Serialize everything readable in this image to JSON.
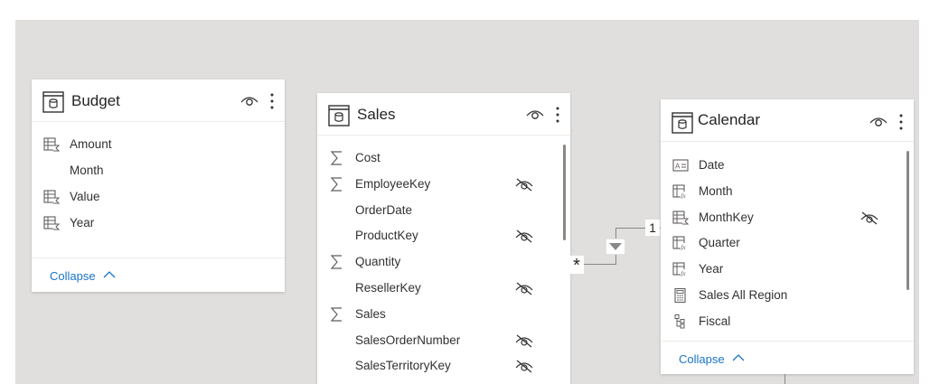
{
  "tables": {
    "budget": {
      "title": "Budget",
      "fields": [
        {
          "label": "Amount",
          "icon": "measure-table-icon",
          "hidden": false
        },
        {
          "label": "Month",
          "icon": "none",
          "hidden": false
        },
        {
          "label": "Value",
          "icon": "measure-table-icon",
          "hidden": false
        },
        {
          "label": "Year",
          "icon": "measure-table-icon",
          "hidden": false
        }
      ],
      "collapse_label": "Collapse"
    },
    "sales": {
      "title": "Sales",
      "fields": [
        {
          "label": "Cost",
          "icon": "sigma-icon",
          "hidden": false
        },
        {
          "label": "EmployeeKey",
          "icon": "sigma-icon",
          "hidden": true
        },
        {
          "label": "OrderDate",
          "icon": "none",
          "hidden": false
        },
        {
          "label": "ProductKey",
          "icon": "none",
          "hidden": true
        },
        {
          "label": "Quantity",
          "icon": "sigma-icon",
          "hidden": false
        },
        {
          "label": "ResellerKey",
          "icon": "none",
          "hidden": true
        },
        {
          "label": "Sales",
          "icon": "sigma-icon",
          "hidden": false
        },
        {
          "label": "SalesOrderNumber",
          "icon": "none",
          "hidden": true
        },
        {
          "label": "SalesTerritoryKey",
          "icon": "none",
          "hidden": true
        }
      ]
    },
    "calendar": {
      "title": "Calendar",
      "fields": [
        {
          "label": "Date",
          "icon": "text-field-icon",
          "hidden": false
        },
        {
          "label": "Month",
          "icon": "calculated-column-icon",
          "hidden": false
        },
        {
          "label": "MonthKey",
          "icon": "measure-table-icon",
          "hidden": true
        },
        {
          "label": "Quarter",
          "icon": "calculated-column-icon",
          "hidden": false
        },
        {
          "label": "Year",
          "icon": "calculated-column-icon",
          "hidden": false
        },
        {
          "label": "Sales All Region",
          "icon": "calculator-icon",
          "hidden": false
        },
        {
          "label": "Fiscal",
          "icon": "hierarchy-icon",
          "hidden": false
        }
      ],
      "collapse_label": "Collapse"
    }
  },
  "relationship": {
    "many_label": "*",
    "one_label": "1"
  },
  "colors": {
    "canvas": "#e1dfdd",
    "card": "#ffffff",
    "accent_link": "#1a73c8",
    "icon": "#605e5c"
  }
}
